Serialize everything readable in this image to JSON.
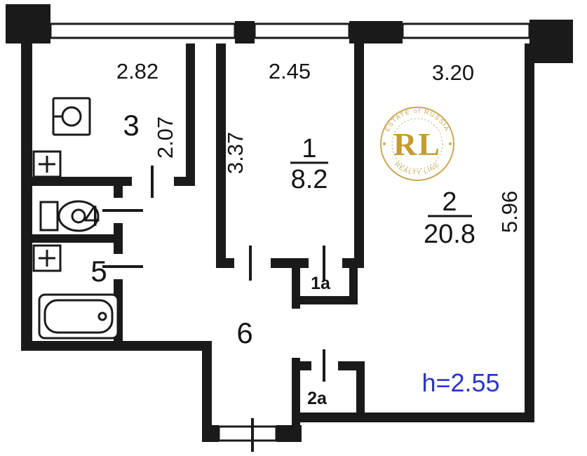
{
  "plan": {
    "dimensions": {
      "room3_width": "2.82",
      "room3_depth": "2.07",
      "room1_width": "2.45",
      "room1_depth": "3.37",
      "room2_width": "3.20",
      "room2_depth": "5.96"
    },
    "rooms": {
      "room1": {
        "number": "1",
        "area": "8.2"
      },
      "room2": {
        "number": "2",
        "area": "20.8"
      },
      "room3": {
        "number": "3"
      },
      "room4": {
        "number": "4"
      },
      "room5": {
        "number": "5"
      },
      "room6": {
        "number": "6"
      },
      "closet1a": {
        "label": "1a"
      },
      "closet2a": {
        "label": "2a"
      }
    },
    "ceiling_height": "h=2.55"
  },
  "watermark": {
    "initials": "RL",
    "arc_top": "ESTATE of RUSSIA",
    "arc_bottom": "REALTY LINE"
  },
  "colors": {
    "wall": "#1a1a1a",
    "height_label": "#2a35c8",
    "watermark_gold": "#c59b35"
  }
}
